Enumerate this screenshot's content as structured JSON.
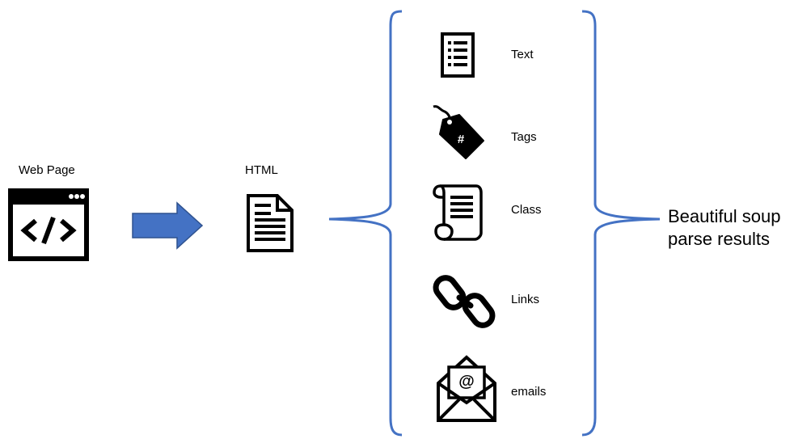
{
  "source": {
    "label": "Web Page",
    "icon": "web-page-code-icon"
  },
  "target": {
    "label": "HTML",
    "icon": "html-document-icon"
  },
  "arrow": {
    "icon": "right-arrow-icon",
    "color": "#4472C4"
  },
  "brace_color": "#4472C4",
  "results": [
    {
      "label": "Text",
      "icon": "text-document-icon"
    },
    {
      "label": "Tags",
      "icon": "tag-hash-icon"
    },
    {
      "label": "Class",
      "icon": "scroll-icon"
    },
    {
      "label": "Links",
      "icon": "chain-link-icon"
    },
    {
      "label": "emails",
      "icon": "email-envelope-icon"
    }
  ],
  "caption": {
    "line1": "Beautiful soup",
    "line2": "parse results"
  }
}
